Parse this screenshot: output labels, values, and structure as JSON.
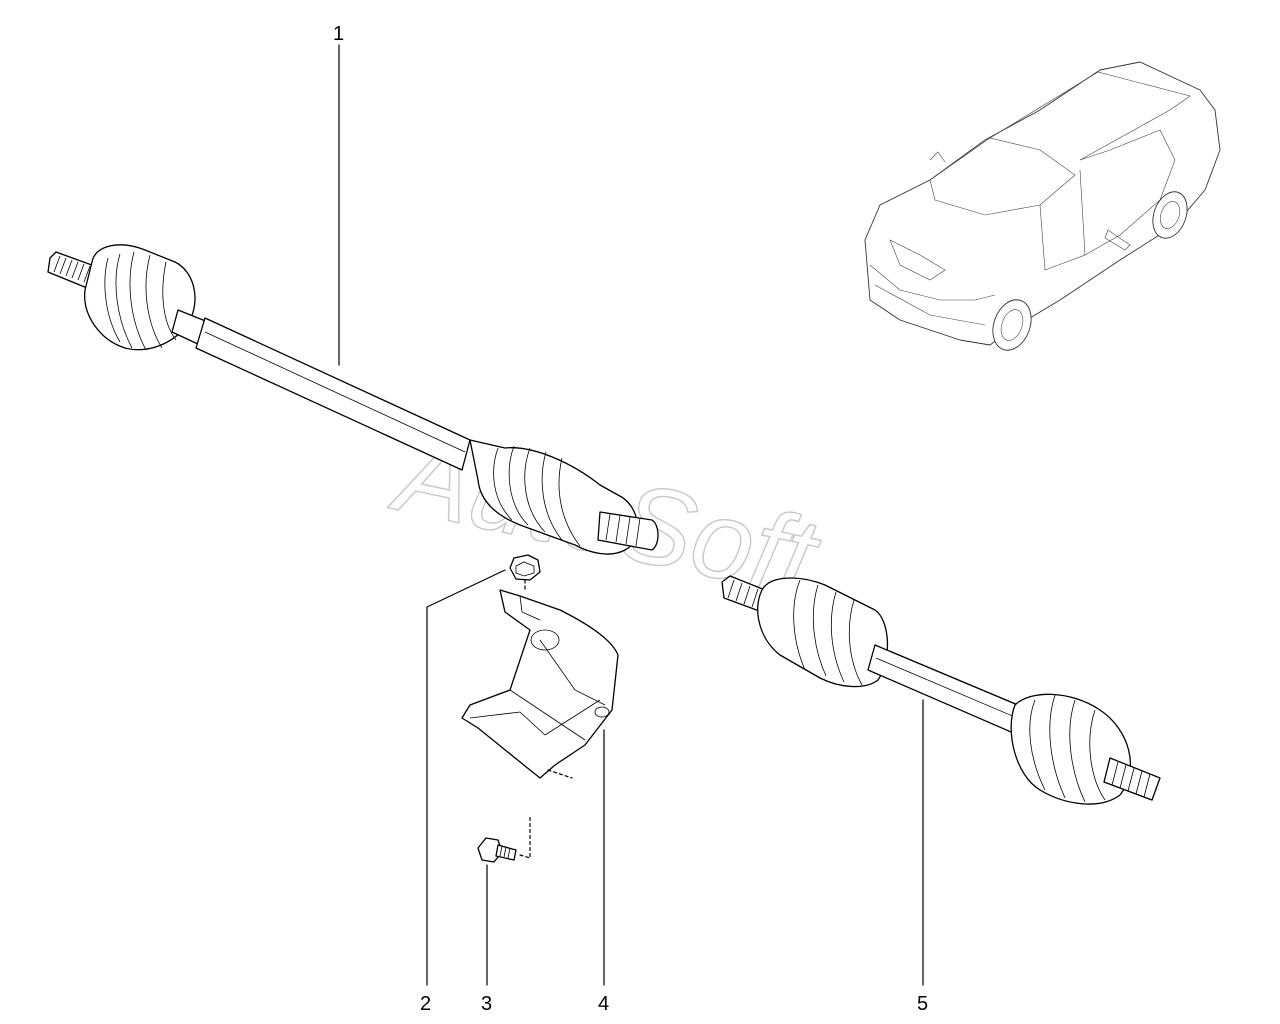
{
  "diagram": {
    "watermark": "AutoSoft",
    "callouts": [
      {
        "id": "1",
        "label": "1"
      },
      {
        "id": "2",
        "label": "2"
      },
      {
        "id": "3",
        "label": "3"
      },
      {
        "id": "4",
        "label": "4"
      },
      {
        "id": "5",
        "label": "5"
      }
    ],
    "parts": [
      {
        "ref": "1",
        "name": "drive-shaft-left"
      },
      {
        "ref": "2",
        "name": "flange-nut"
      },
      {
        "ref": "3",
        "name": "bolt"
      },
      {
        "ref": "4",
        "name": "heat-shield"
      },
      {
        "ref": "5",
        "name": "drive-shaft-right"
      }
    ],
    "colors": {
      "line": "#000000",
      "watermark": "#c8c8c8",
      "background": "#ffffff"
    }
  }
}
